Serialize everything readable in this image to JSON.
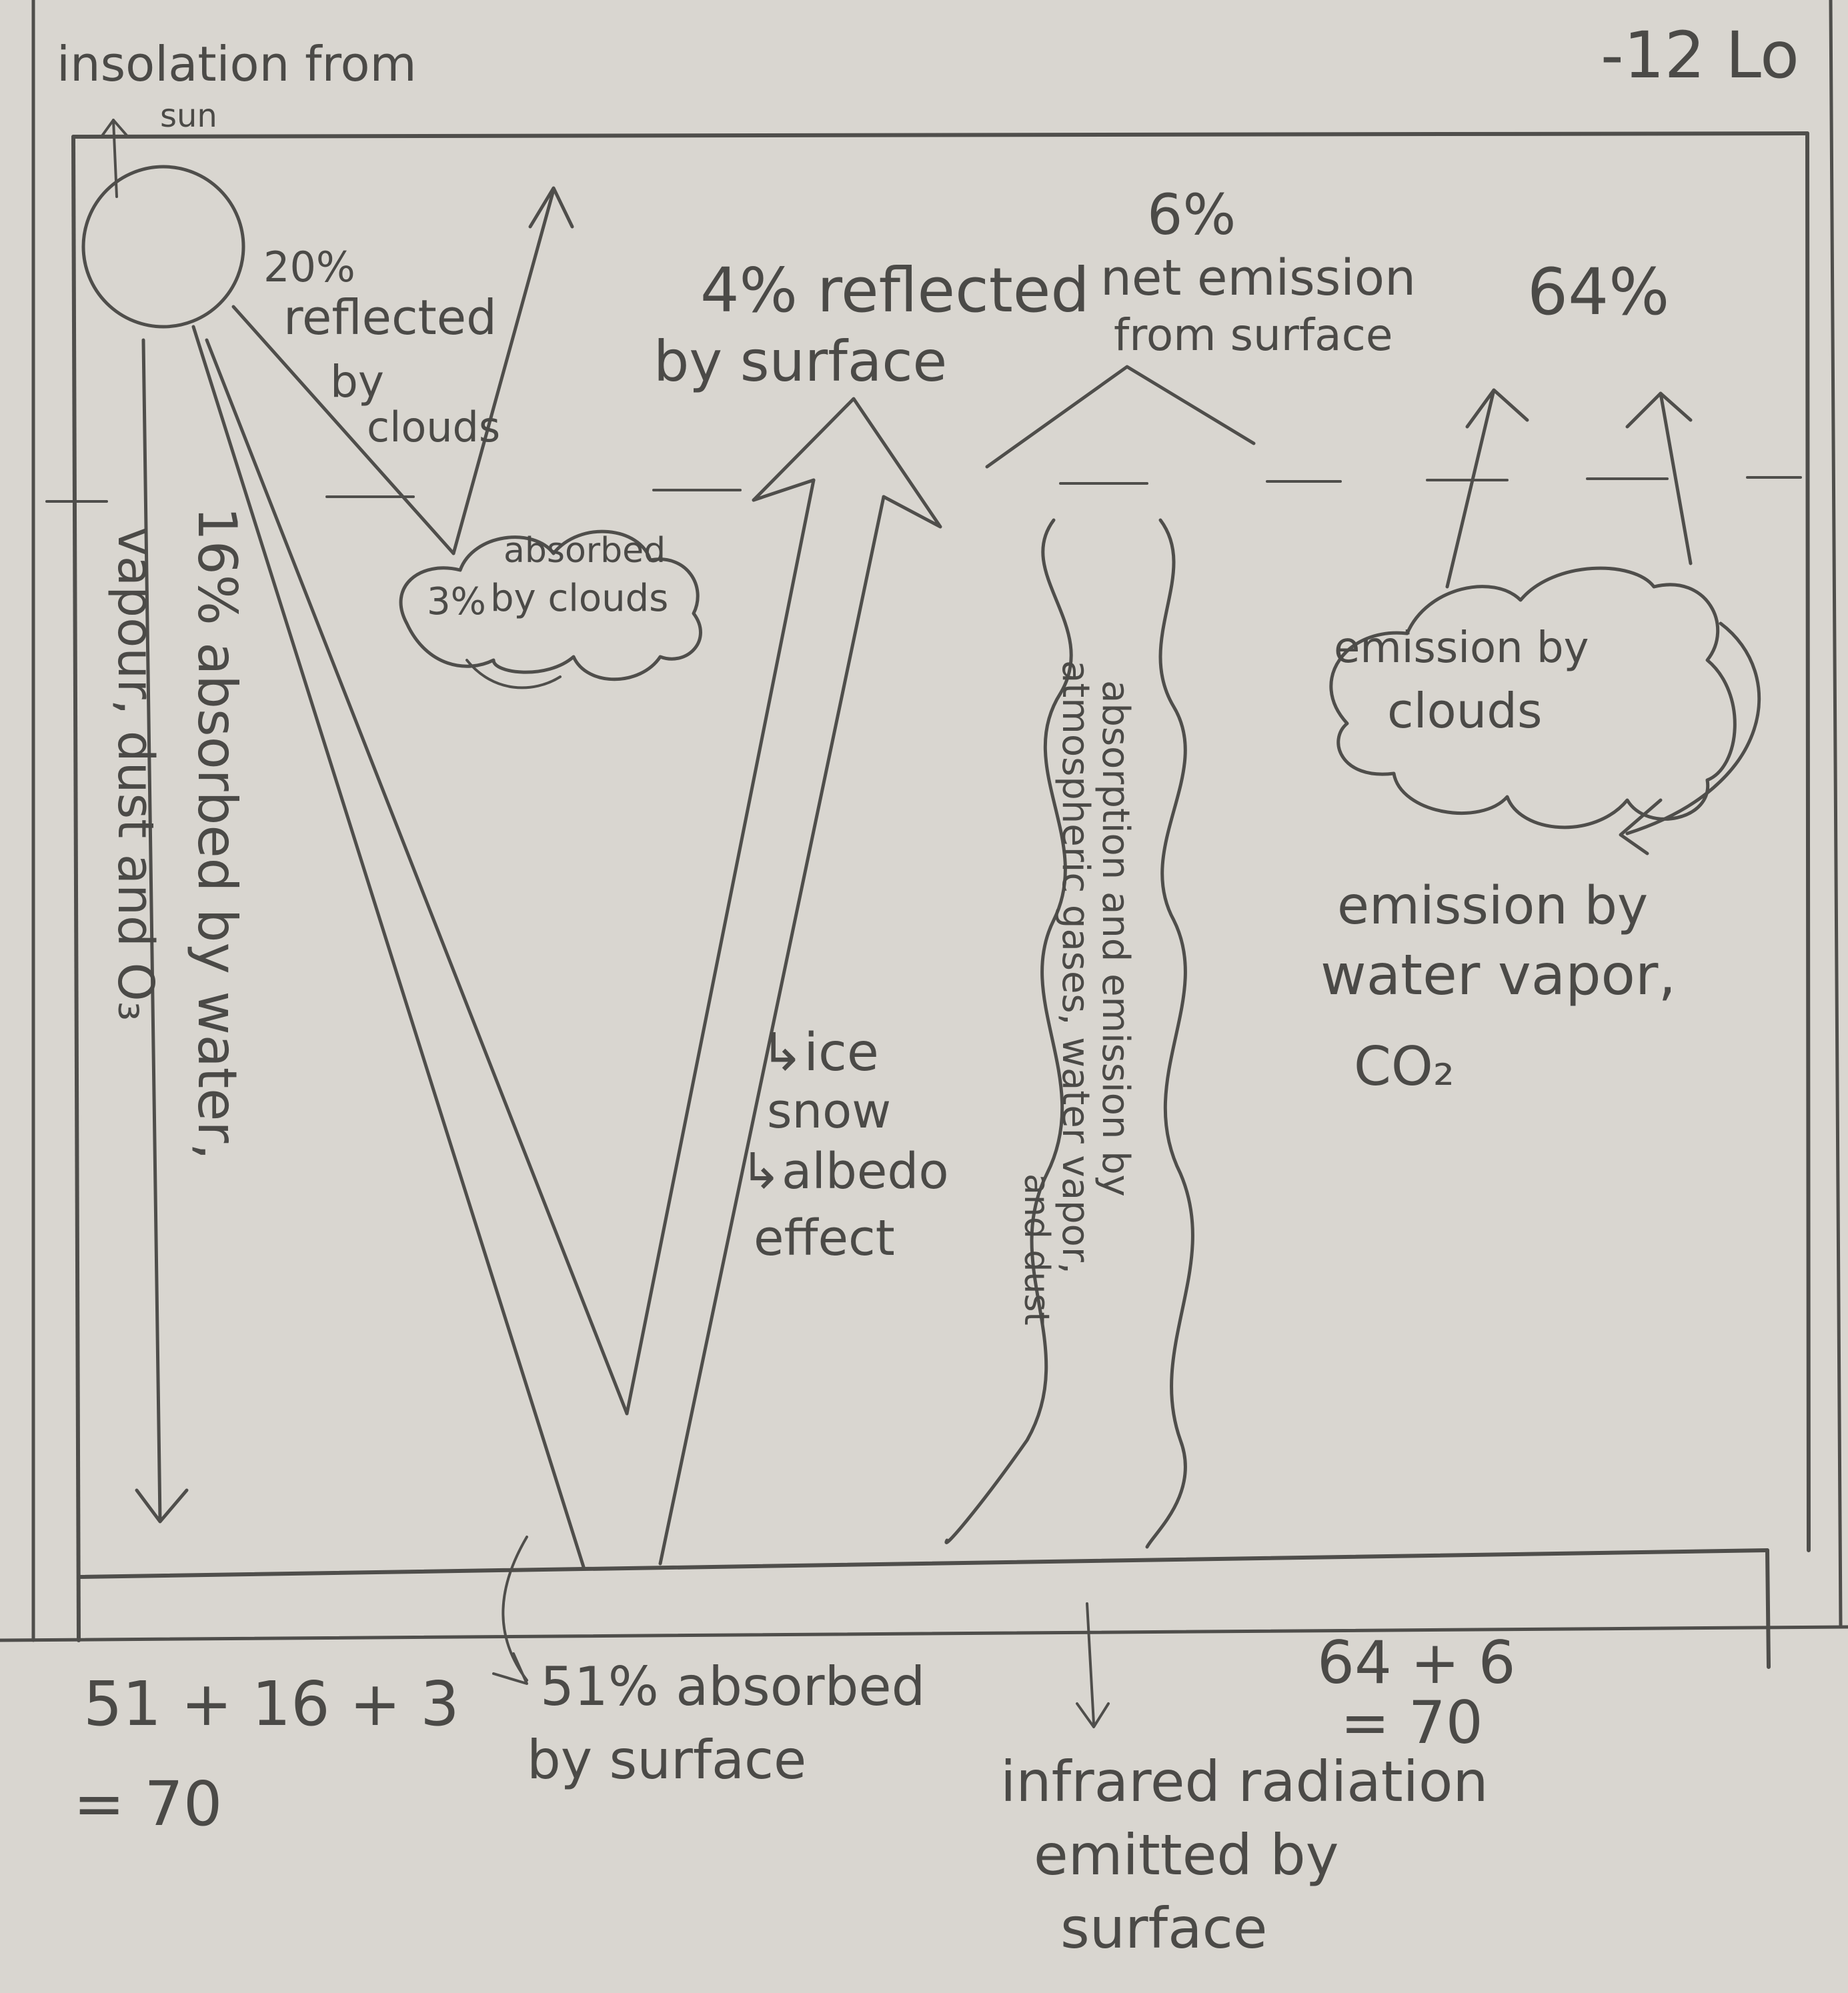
{
  "header": {
    "page_mark": "-12 Lo"
  },
  "sun": {
    "label_line1": "insolation from",
    "label_line2": "sun"
  },
  "clouds_reflection": {
    "value": "20%",
    "line1": "reflected",
    "line2": "by",
    "line3": "clouds"
  },
  "clouds_absorption": {
    "value": "3%",
    "line1": "absorbed",
    "line2": "by clouds"
  },
  "surface_reflection": {
    "line1": "4% reflected",
    "line2": "by surface"
  },
  "net_emission": {
    "value": "6%",
    "line1": "net emission",
    "line2": "from surface"
  },
  "cloud_emission": {
    "value": "64%",
    "line1": "emission by",
    "line2": "clouds"
  },
  "vapor_emission": {
    "line1": "emission by",
    "line2": "water vapor,",
    "line3": "CO₂"
  },
  "atmospheric_absorption": {
    "line1": "16% absorbed by water,",
    "line2": "vapour, dust and O₃"
  },
  "albedo_note": {
    "line1": "↳ice",
    "line2": "snow",
    "line3": "↳albedo",
    "line4": "effect"
  },
  "absorption_emission_band": {
    "line1": "absorption and emission by",
    "line2": "atmospheric gases, water vapor,",
    "line3": "and dust"
  },
  "surface_absorption": {
    "line1": "51% absorbed",
    "line2": "by surface"
  },
  "infrared": {
    "line1": "infrared radiation",
    "line2": "emitted by",
    "line3": "surface"
  },
  "sums": {
    "left_line1": "51 + 16 + 3",
    "left_line2": "= 70",
    "right_line1": "64 + 6",
    "right_line2": "= 70"
  },
  "colors": {
    "paper": "#d9d6d0",
    "pencil": "#4f4e4b"
  }
}
